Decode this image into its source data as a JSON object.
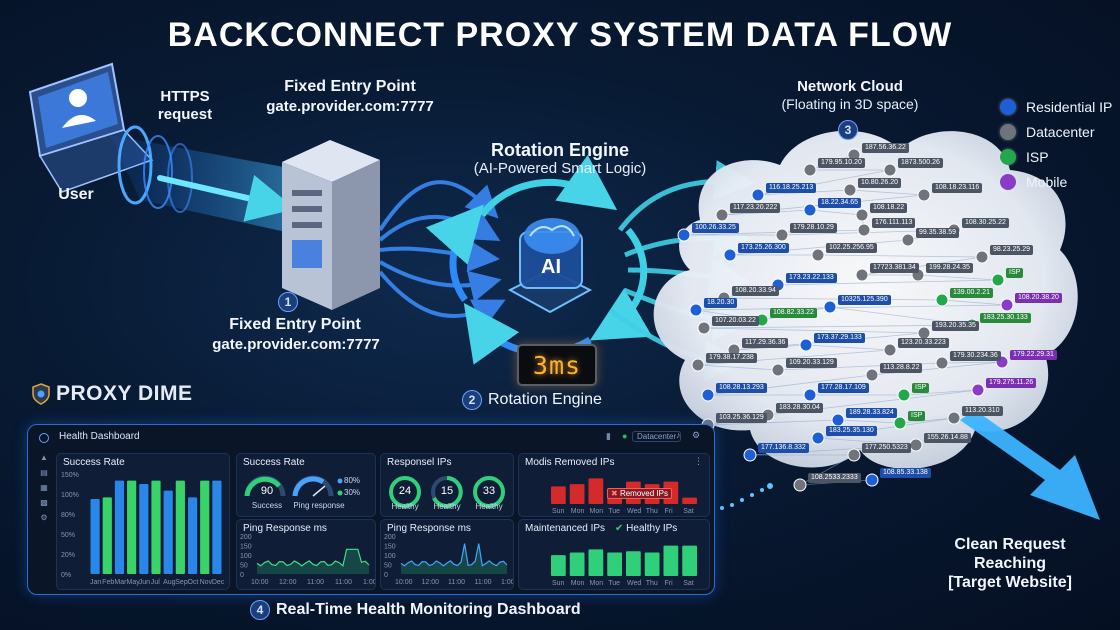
{
  "title": "BACKCONNECT PROXY SYSTEM DATA FLOW",
  "user": {
    "label": "User",
    "request_label": "HTTPS\nrequest"
  },
  "entry_top": {
    "title": "Fixed Entry Point",
    "address": "gate.provider.com:7777"
  },
  "entry_bottom": {
    "step": "1",
    "title": "Fixed Entry Point",
    "address": "gate.provider.com:7777"
  },
  "rotation": {
    "title": "Rotation Engine",
    "subtitle": "(AI-Powered Smart Logic)",
    "chip_label": "AI",
    "latency": "3ms",
    "step": "2",
    "step_label": "Rotation Engine"
  },
  "cloud": {
    "title": "Network Cloud",
    "subtitle": "(Floating in 3D space)",
    "step": "3",
    "ips": [
      {
        "ip": "187.56.36.22",
        "t": "dc"
      },
      {
        "ip": "179.95.10.20",
        "t": "dc"
      },
      {
        "ip": "1873.500.26",
        "t": "dc"
      },
      {
        "ip": "116.18.25.213",
        "t": "res"
      },
      {
        "ip": "10.80.26.20",
        "t": "dc"
      },
      {
        "ip": "108.18.23.116",
        "t": "dc"
      },
      {
        "ip": "117.23.20.222",
        "t": "dc"
      },
      {
        "ip": "18.22.34.65",
        "t": "res"
      },
      {
        "ip": "108.18.22",
        "t": "dc"
      },
      {
        "ip": "176.111.113",
        "t": "dc"
      },
      {
        "ip": "100.26.33.25",
        "t": "res"
      },
      {
        "ip": "179.28.10.29",
        "t": "dc"
      },
      {
        "ip": "108.30.25.22",
        "t": "dc"
      },
      {
        "ip": "99.35.38.59",
        "t": "dc"
      },
      {
        "ip": "173.25.26.300",
        "t": "res"
      },
      {
        "ip": "102.25.256.95",
        "t": "dc"
      },
      {
        "ip": "98.23.25.29",
        "t": "dc"
      },
      {
        "ip": "17723.381.34",
        "t": "dc"
      },
      {
        "ip": "199.28.24.35",
        "t": "dc"
      },
      {
        "ip": "ISP",
        "t": "isp"
      },
      {
        "ip": "173.23.22.133",
        "t": "res"
      },
      {
        "ip": "108.20.33.94",
        "t": "dc"
      },
      {
        "ip": "139.00.2.21",
        "t": "isp"
      },
      {
        "ip": "108.20.38.20",
        "t": "mob"
      },
      {
        "ip": "18.20.30",
        "t": "res"
      },
      {
        "ip": "108.82.33.22",
        "t": "isp"
      },
      {
        "ip": "10325.125.390",
        "t": "res"
      },
      {
        "ip": "183.25.30.133",
        "t": "isp"
      },
      {
        "ip": "107.20.03.22",
        "t": "dc"
      },
      {
        "ip": "193.20.35.35",
        "t": "dc"
      },
      {
        "ip": "117.29.36.36",
        "t": "dc"
      },
      {
        "ip": "173.37.29.133",
        "t": "res"
      },
      {
        "ip": "123.20.33.223",
        "t": "dc"
      },
      {
        "ip": "179.38.17.238",
        "t": "dc"
      },
      {
        "ip": "109.20.33.129",
        "t": "dc"
      },
      {
        "ip": "179.30.234.36",
        "t": "dc"
      },
      {
        "ip": "179.22.29.31",
        "t": "mob"
      },
      {
        "ip": "113.28.8.22",
        "t": "dc"
      },
      {
        "ip": "108.28.13.293",
        "t": "res"
      },
      {
        "ip": "177.28.17.109",
        "t": "res"
      },
      {
        "ip": "ISP",
        "t": "isp"
      },
      {
        "ip": "179.275.11.26",
        "t": "mob"
      },
      {
        "ip": "183.28.30.04",
        "t": "dc"
      },
      {
        "ip": "103.25.36.129",
        "t": "dc"
      },
      {
        "ip": "189.28.33.824",
        "t": "res"
      },
      {
        "ip": "ISP",
        "t": "isp"
      },
      {
        "ip": "113.20.310",
        "t": "dc"
      },
      {
        "ip": "183.25.35.130",
        "t": "res"
      },
      {
        "ip": "155.26.14.88",
        "t": "dc"
      },
      {
        "ip": "177.136.8.332",
        "t": "res"
      },
      {
        "ip": "177.250.5323",
        "t": "dc"
      },
      {
        "ip": "108.2533.2333",
        "t": "dc"
      },
      {
        "ip": "108.85.33.138",
        "t": "res"
      }
    ]
  },
  "legend": [
    {
      "label": "Residential IP",
      "color": "#1f5fd6"
    },
    {
      "label": "Datacenter",
      "color": "#6e737c"
    },
    {
      "label": "ISP",
      "color": "#22a84a"
    },
    {
      "label": "Mobile",
      "color": "#8a3cc8"
    }
  ],
  "brand": {
    "name": "PROXY DIME"
  },
  "clean_request": {
    "line1": "Clean Request",
    "line2": "Reaching",
    "line3": "[Target Website]"
  },
  "dashboard": {
    "step": "4",
    "step_label": "Real-Time Health Monitoring Dashboard",
    "header_title": "Health Dashboard",
    "header_filter": "Datacenter",
    "success_rate_card": {
      "title": "Success Rate",
      "yticks": [
        "150%",
        "100%",
        "80%",
        "50%",
        "20%",
        "0%"
      ],
      "months": [
        "Jan",
        "Feb",
        "Mar",
        "May",
        "Jun",
        "Jul",
        "Aug",
        "Sep",
        "Oct",
        "Nov",
        "Dec"
      ],
      "values": [
        90,
        92,
        112,
        112,
        108,
        112,
        100,
        112,
        92,
        112,
        112
      ]
    },
    "success_gauge_card": {
      "title": "Success Rate",
      "gauge_value": "90",
      "gauge_label": "Success",
      "ping_label": "Ping response",
      "legend_1": "80%",
      "legend_2": "30%"
    },
    "response_ips_card": {
      "title": "Responsel IPs",
      "gauges": [
        {
          "value": "24",
          "label": "Healthy"
        },
        {
          "value": "15",
          "label": "Healthy"
        },
        {
          "value": "33",
          "label": "Healthy"
        }
      ]
    },
    "removed_card": {
      "title": "Modis Removed IPs",
      "days": [
        "Sun",
        "Mon",
        "Mon",
        "Tue",
        "Wed",
        "Thu",
        "Fri",
        "Sat"
      ],
      "values": [
        55,
        62,
        80,
        40,
        70,
        62,
        70,
        20
      ],
      "badge": "Removed IPs"
    },
    "ping_card_1": {
      "title": "Ping Response ms",
      "yticks": [
        "200",
        "150",
        "100",
        "50",
        "0"
      ],
      "xticks": [
        "10:00",
        "12:00",
        "11:00",
        "11:00",
        "1:00"
      ]
    },
    "ping_card_2": {
      "title": "Ping Response ms",
      "yticks": [
        "200",
        "150",
        "100",
        "50",
        "0"
      ],
      "xticks": [
        "10:00",
        "12:00",
        "11:00",
        "11:00",
        "1:00"
      ]
    },
    "healthy_card": {
      "title_a": "Maintenanced IPs",
      "title_b": "Healthy IPs",
      "days": [
        "Sun",
        "Mon",
        "Mon",
        "Tue",
        "Wed",
        "Thu",
        "Fri",
        "Sat"
      ],
      "values": [
        55,
        62,
        70,
        62,
        65,
        62,
        80,
        80
      ]
    }
  }
}
